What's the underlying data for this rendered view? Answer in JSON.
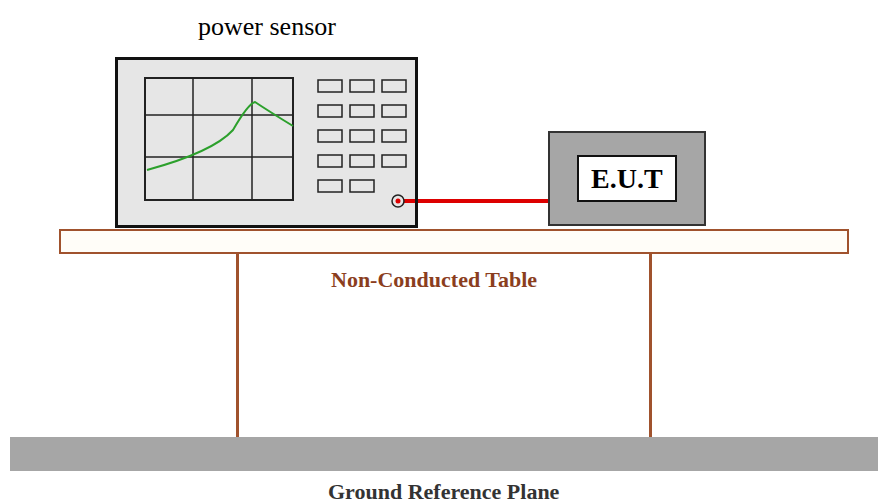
{
  "diagram": {
    "nodes": [
      {
        "text": [
          "power sensor"
        ]
      },
      {
        "text": [
          "E.U.T"
        ]
      }
    ],
    "edges": [
      {
        "from": 0,
        "to": 1,
        "arrow": "none"
      }
    ],
    "labels": [
      "Non-Conducted Table",
      "Ground Reference Plane"
    ]
  }
}
